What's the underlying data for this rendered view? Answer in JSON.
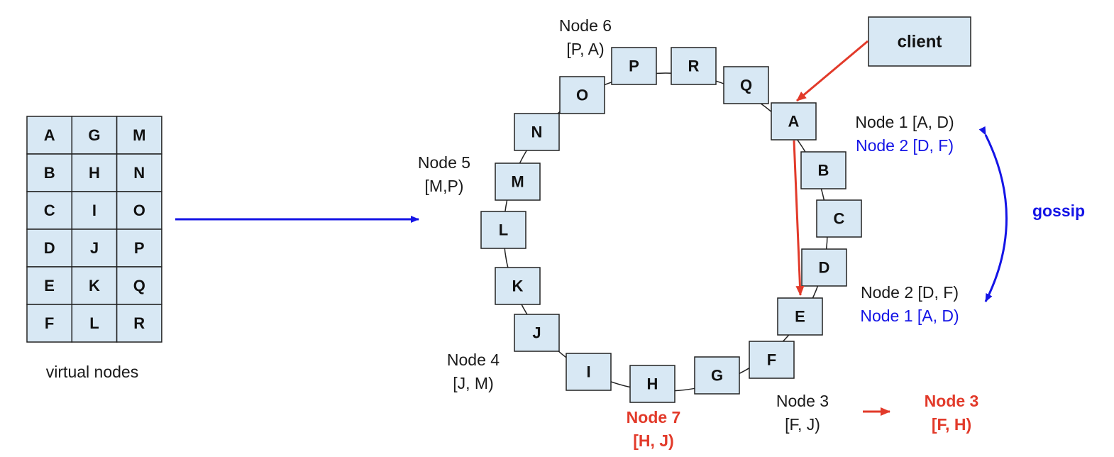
{
  "virtual_nodes": {
    "grid": [
      [
        "A",
        "G",
        "M"
      ],
      [
        "B",
        "H",
        "N"
      ],
      [
        "C",
        "I",
        "O"
      ],
      [
        "D",
        "J",
        "P"
      ],
      [
        "E",
        "K",
        "Q"
      ],
      [
        "F",
        "L",
        "R"
      ]
    ],
    "caption": "virtual nodes"
  },
  "ring_tokens": [
    "A",
    "B",
    "C",
    "D",
    "E",
    "F",
    "G",
    "H",
    "I",
    "J",
    "K",
    "L",
    "M",
    "N",
    "O",
    "P",
    "R",
    "Q"
  ],
  "client_label": "client",
  "gossip_label": "gossip",
  "labels": {
    "node6_name": "Node 6",
    "node6_range": "[P, A)",
    "node5_name": "Node 5",
    "node5_range": "[M,P)",
    "node4_name": "Node 4",
    "node4_range": "[J, M)",
    "node7_name": "Node 7",
    "node7_range": "[H, J)",
    "node3_name": "Node 3",
    "node3_range": "[F, J)",
    "node3_new_name": "Node 3",
    "node3_new_range": "[F, H)",
    "node1_self": "Node 1 [A, D)",
    "node1_peer": "Node 2 [D, F)",
    "node2_self": "Node 2 [D, F)",
    "node2_peer": "Node 1 [A, D)"
  },
  "colors": {
    "box_fill": "#d8e8f4",
    "box_stroke": "#222222",
    "client_arrow": "#e23a2a",
    "gossip": "#1414e6",
    "highlight": "#e23a2a"
  }
}
